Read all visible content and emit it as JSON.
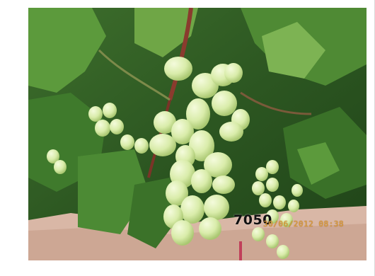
{
  "photo": {
    "subject": "green-grape-cluster",
    "colors": {
      "leaf_dark": "#2f5a24",
      "leaf_light": "#6fa646",
      "grape": "#d9ecaa",
      "grape_highlight": "#f4fbdc",
      "soil": "#d9b7a6",
      "vine": "#8a3b2e"
    }
  },
  "caption": {
    "label": "7050"
  },
  "timestamp": {
    "text": "30/06/2012 08:38"
  }
}
